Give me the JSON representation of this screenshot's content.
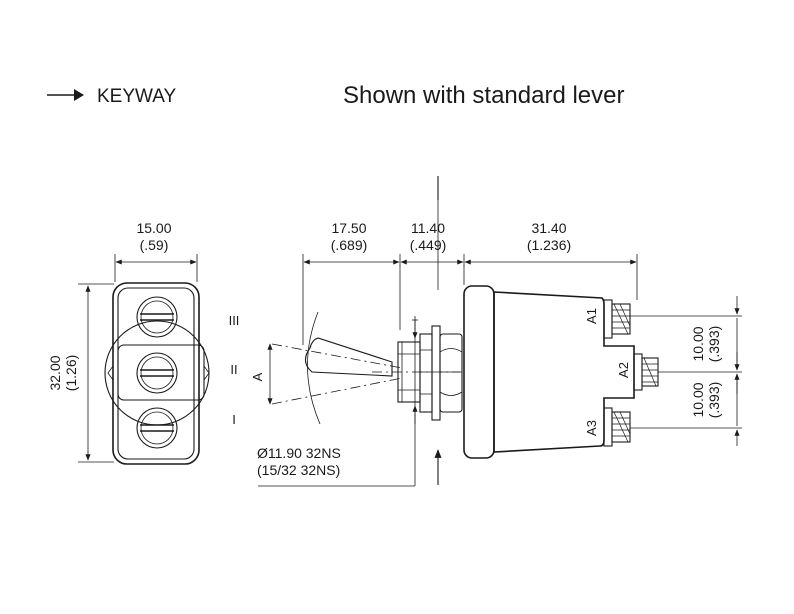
{
  "header": {
    "legend_label": "KEYWAY",
    "title": "Shown with standard lever"
  },
  "front_view": {
    "width_mm": "15.00",
    "width_in": "(.59)",
    "height_mm": "32.00",
    "height_in": "(1.26)",
    "position_labels": [
      "III",
      "II",
      "I"
    ]
  },
  "side_view": {
    "lever_len_mm": "17.50",
    "lever_len_in": "(.689)",
    "bushing_mm": "11.40",
    "bushing_in": "(.449)",
    "body_mm": "31.40",
    "body_in": "(1.236)",
    "angle_label": "A",
    "thread_mm": "Ø11.90 32NS",
    "thread_in": "(15/32 32NS)"
  },
  "terminals": {
    "labels": [
      "A1",
      "A2",
      "A3"
    ],
    "pitch_mm": "10.00",
    "pitch_in": "(.393)"
  }
}
